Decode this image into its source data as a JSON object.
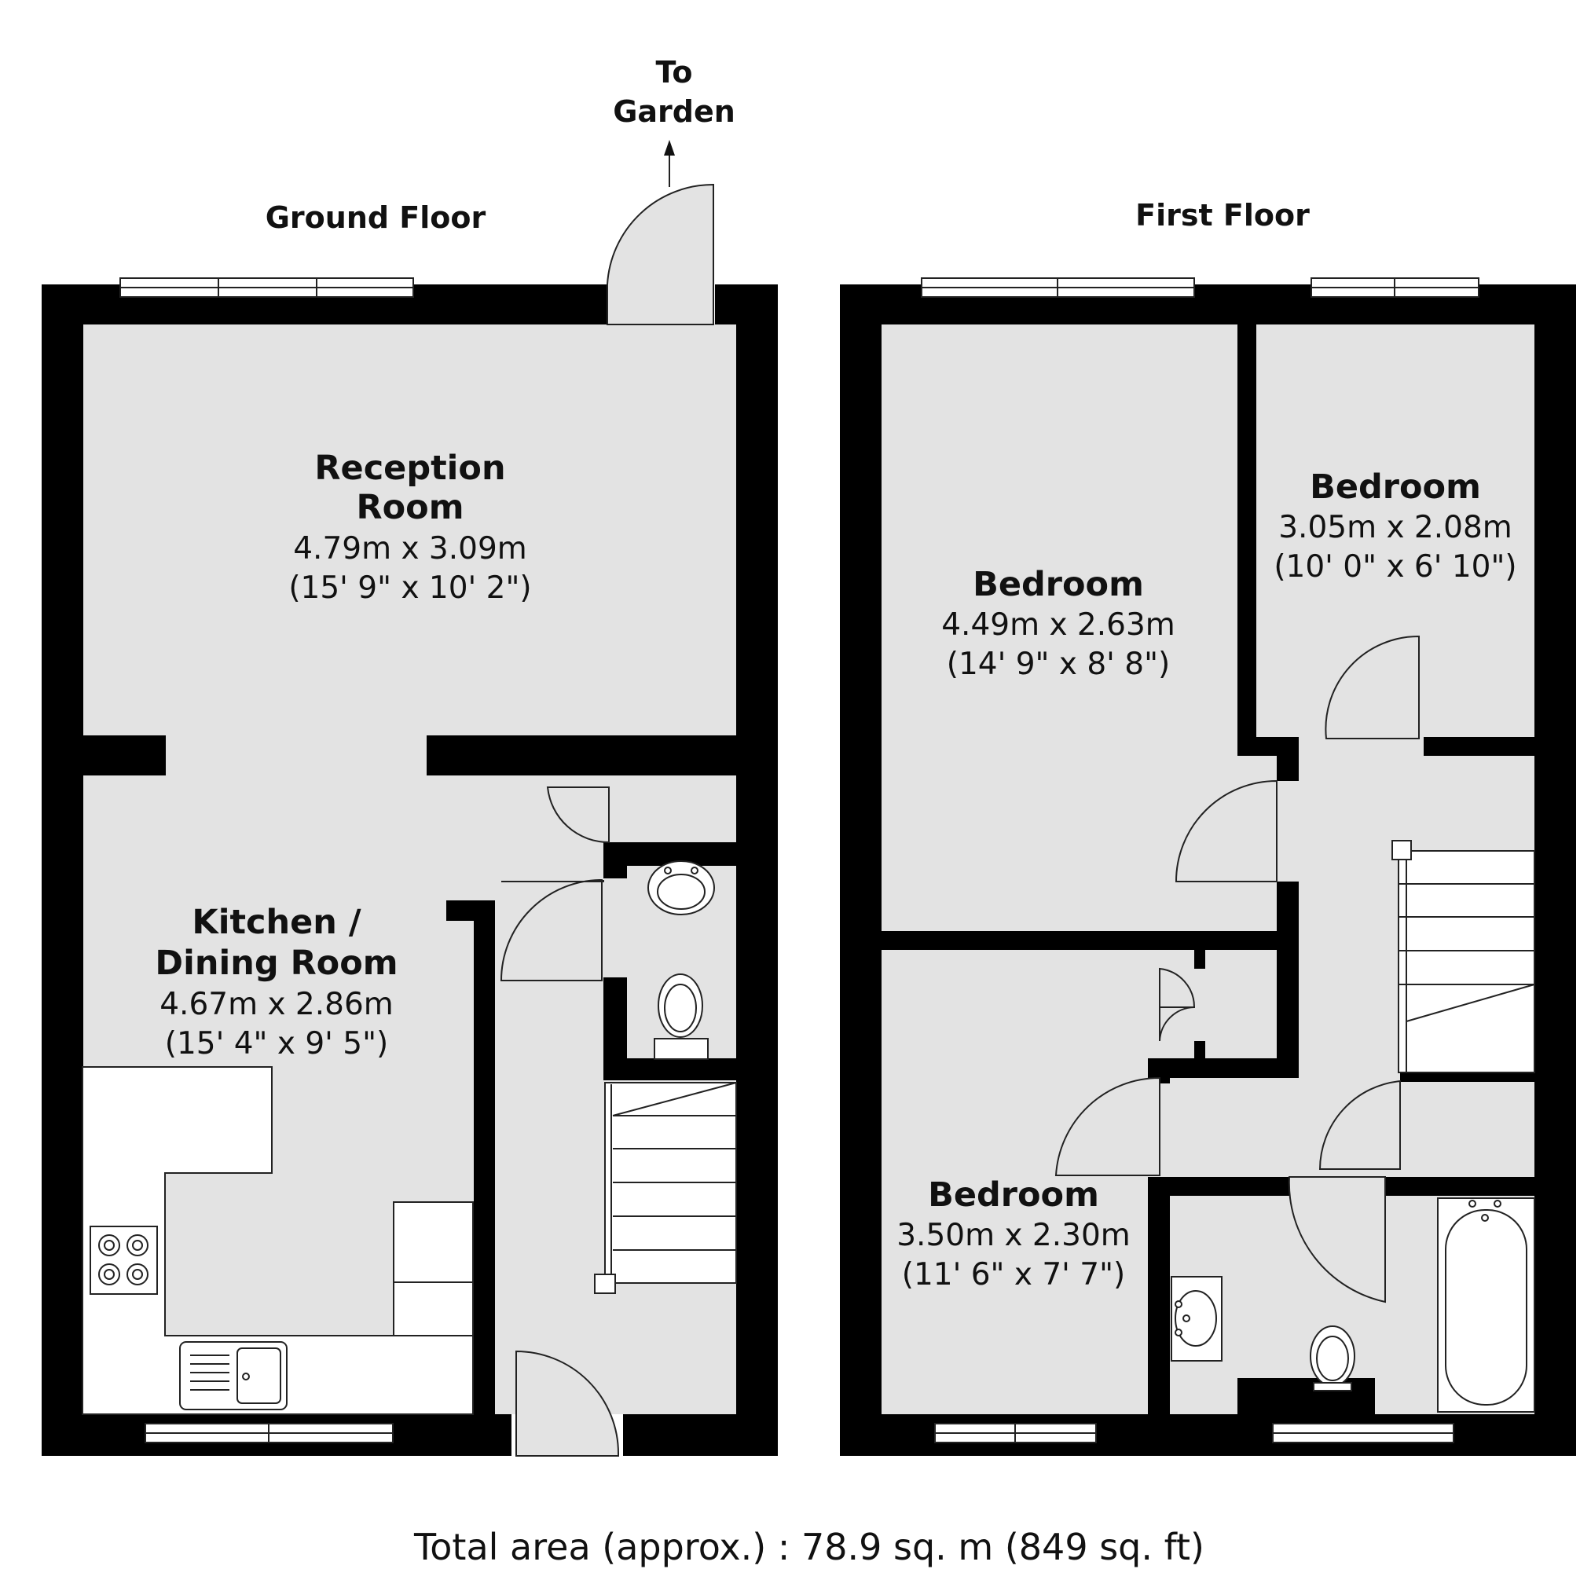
{
  "floors": {
    "ground": {
      "title": "Ground Floor",
      "garden_label_1": "To",
      "garden_label_2": "Garden",
      "reception": {
        "name_1": "Reception",
        "name_2": "Room",
        "metric": "4.79m x 3.09m",
        "imperial": "(15' 9\" x 10' 2\")"
      },
      "kitchen": {
        "name_1": "Kitchen /",
        "name_2": "Dining Room",
        "metric": "4.67m x 2.86m",
        "imperial": "(15' 4\" x 9' 5\")"
      }
    },
    "first": {
      "title": "First Floor",
      "bedroom_large": {
        "name": "Bedroom",
        "metric": "4.49m x 2.63m",
        "imperial": "(14' 9\" x 8' 8\")"
      },
      "bedroom_small": {
        "name": "Bedroom",
        "metric": "3.05m x 2.08m",
        "imperial": "(10' 0\" x 6' 10\")"
      },
      "bedroom_lower": {
        "name": "Bedroom",
        "metric": "3.50m x 2.30m",
        "imperial": "(11' 6\" x 7' 7\")"
      }
    }
  },
  "total_area": "Total area (approx.) : 78.9 sq. m (849 sq. ft)",
  "colors": {
    "wall": "#000000",
    "floor": "#e3e3e3",
    "background": "#ffffff"
  }
}
